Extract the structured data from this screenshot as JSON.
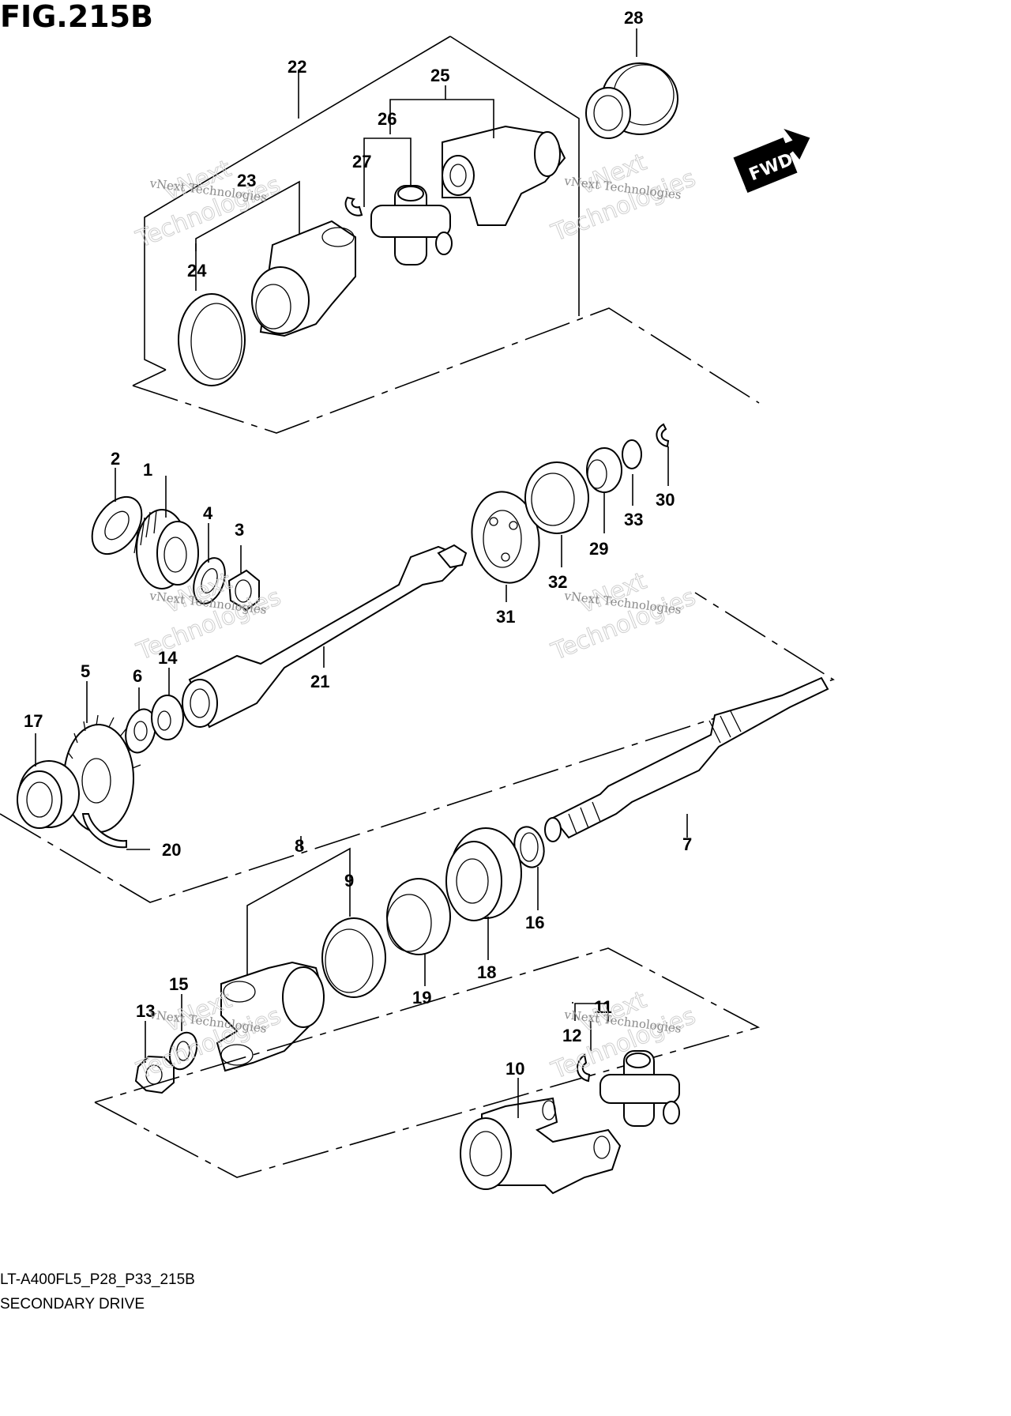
{
  "figure": {
    "title": "FIG.215B",
    "model_code": "LT-A400FL5_P28_P33_215B",
    "section_name": "SECONDARY DRIVE"
  },
  "direction_badge": {
    "label": "FWD"
  },
  "watermark": {
    "line1": "vNext Technologies",
    "line2": "vNext",
    "line3": "Technologies"
  },
  "callouts": {
    "n1": "1",
    "n2": "2",
    "n3": "3",
    "n4": "4",
    "n5": "5",
    "n6": "6",
    "n7": "7",
    "n8": "8",
    "n9": "9",
    "n10": "10",
    "n11": "11",
    "n12": "12",
    "n13": "13",
    "n14": "14",
    "n15": "15",
    "n16": "16",
    "n17": "17",
    "n18": "18",
    "n19": "19",
    "n20": "20",
    "n21": "21",
    "n22": "22",
    "n23": "23",
    "n24": "24",
    "n25": "25",
    "n26": "26",
    "n27": "27",
    "n28": "28",
    "n29": "29",
    "n30": "30",
    "n31": "31",
    "n32": "32",
    "n33": "33"
  },
  "colors": {
    "line": "#000000",
    "background": "#ffffff",
    "watermark": "#8a8a8a"
  }
}
